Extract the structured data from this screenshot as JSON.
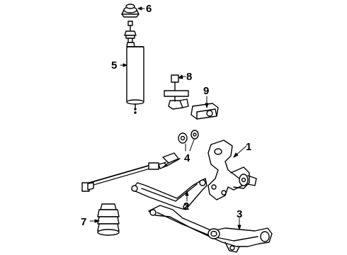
{
  "diagram": {
    "parts": [
      {
        "id": "part-1",
        "callout": "1",
        "name": "knuckle"
      },
      {
        "id": "part-2",
        "callout": "2",
        "name": "upper-control-arm"
      },
      {
        "id": "part-3",
        "callout": "3",
        "name": "lower-control-arm"
      },
      {
        "id": "part-4",
        "callout": "4",
        "name": "bushings"
      },
      {
        "id": "part-5",
        "callout": "5",
        "name": "shock-absorber"
      },
      {
        "id": "part-6",
        "callout": "6",
        "name": "upper-mount"
      },
      {
        "id": "part-7",
        "callout": "7",
        "name": "jounce-bumper"
      },
      {
        "id": "part-8",
        "callout": "8",
        "name": "stabilizer-link"
      },
      {
        "id": "part-9",
        "callout": "9",
        "name": "bracket"
      }
    ],
    "colors": {
      "line": "#000000",
      "background": "#ffffff"
    }
  }
}
